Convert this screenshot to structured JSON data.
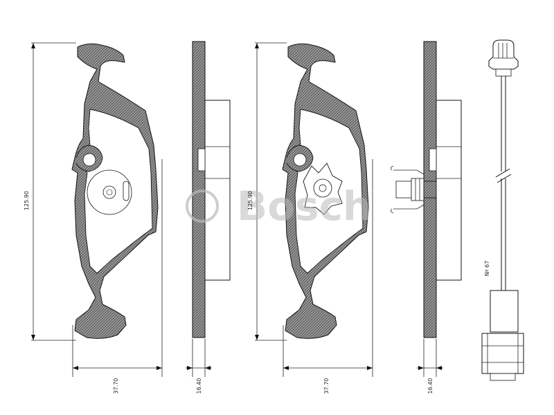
{
  "dimensions": {
    "pad1_height": "125.90",
    "pad1_width": "37.70",
    "pad1_thickness": "16.40",
    "pad2_height": "125.90",
    "pad2_width": "37.70",
    "pad2_thickness": "16.40"
  },
  "sensor": {
    "label": "Nº 67"
  },
  "watermark": {
    "symbol": "©",
    "brand": "Bosch"
  },
  "colors": {
    "hatch": "#555555",
    "hatch_bg": "#9a9a9a",
    "line": "#111111",
    "watermark": "#b9b9b9"
  }
}
